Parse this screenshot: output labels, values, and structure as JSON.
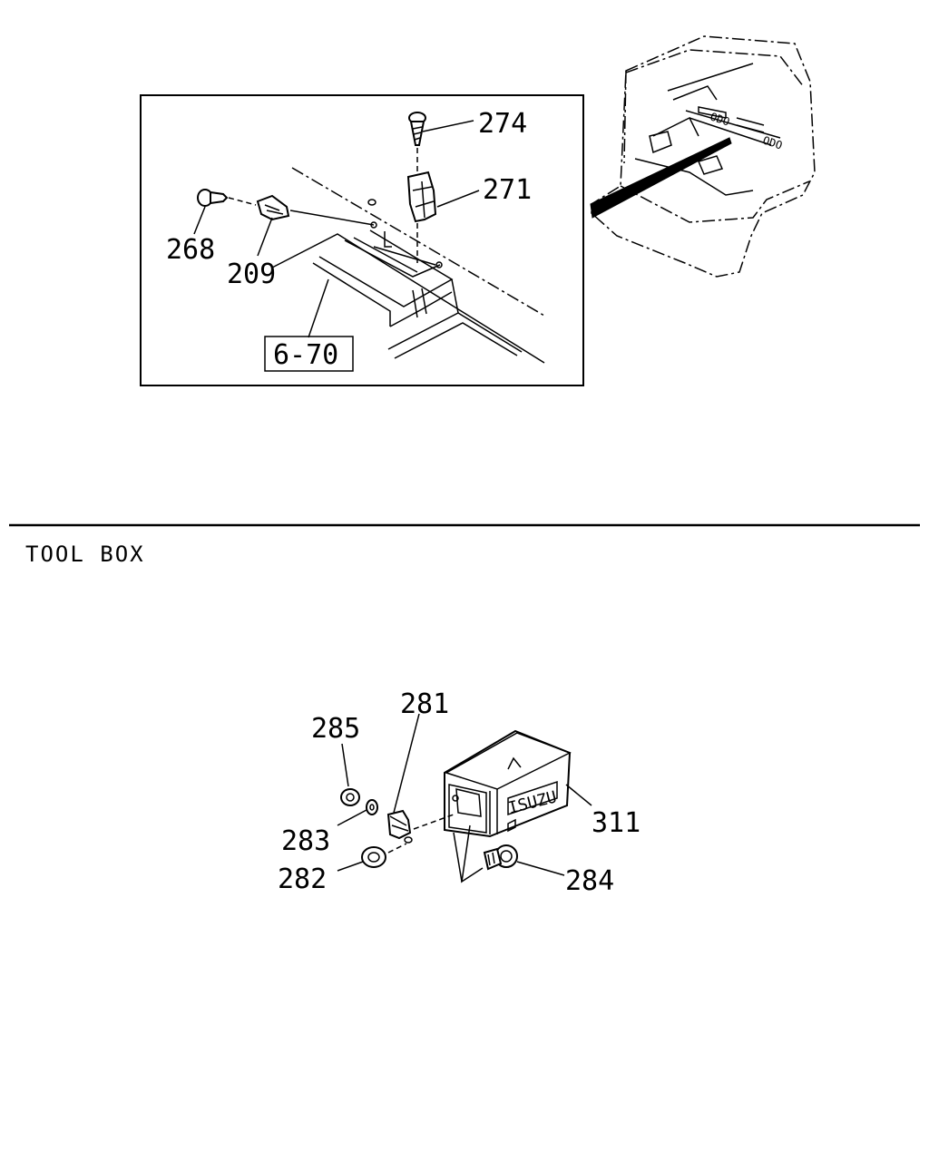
{
  "upper_callouts": {
    "c274": "274",
    "c271": "271",
    "c268": "268",
    "c209": "209",
    "ref": "6-70"
  },
  "section": {
    "title": "TOOL BOX"
  },
  "lower_callouts": {
    "c281": "281",
    "c285": "285",
    "c283": "283",
    "c282": "282",
    "c311": "311",
    "c284": "284"
  },
  "emblem_text": "ISUZU"
}
